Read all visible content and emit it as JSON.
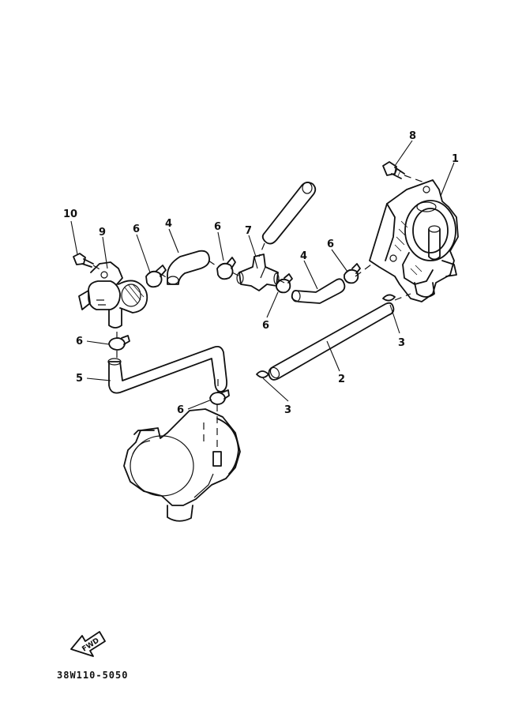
{
  "callouts": {
    "c1": "1",
    "c2": "2",
    "c3a": "3",
    "c3b": "3",
    "c4a": "4",
    "c4b": "4",
    "c5": "5",
    "c6a": "6",
    "c6b": "6",
    "c6c": "6",
    "c6d": "6",
    "c6e": "6",
    "c6f": "6",
    "c7": "7",
    "c8": "8",
    "c9": "9",
    "c10": "10"
  },
  "fwd_label": "FWD",
  "diagram_code": "38W110-5050"
}
